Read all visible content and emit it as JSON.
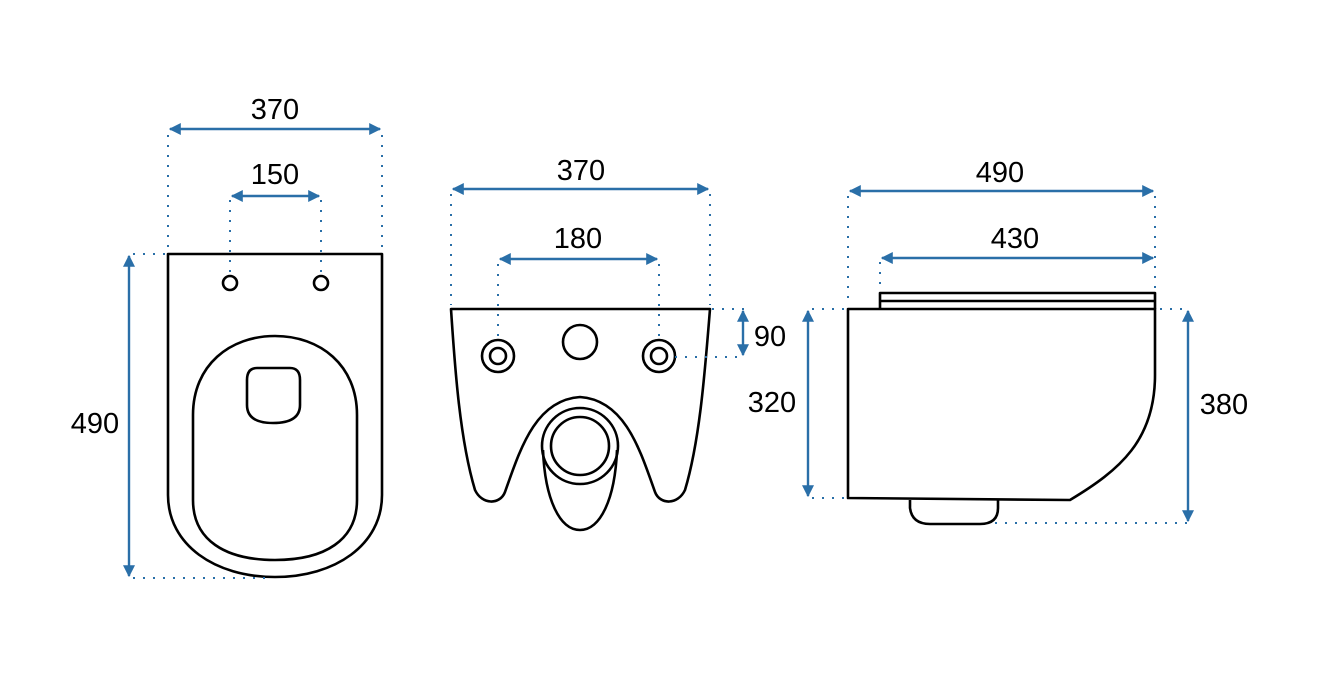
{
  "colors": {
    "dimension": "#2a6fa8",
    "outline": "#000000"
  },
  "views": {
    "top": {
      "width_overall": "370",
      "hole_spacing": "150",
      "depth": "490"
    },
    "back": {
      "width_overall": "370",
      "hole_spacing": "180",
      "hole_height": "90"
    },
    "side": {
      "depth_overall": "490",
      "seat_depth": "430",
      "body_height": "320",
      "total_height": "380"
    }
  }
}
